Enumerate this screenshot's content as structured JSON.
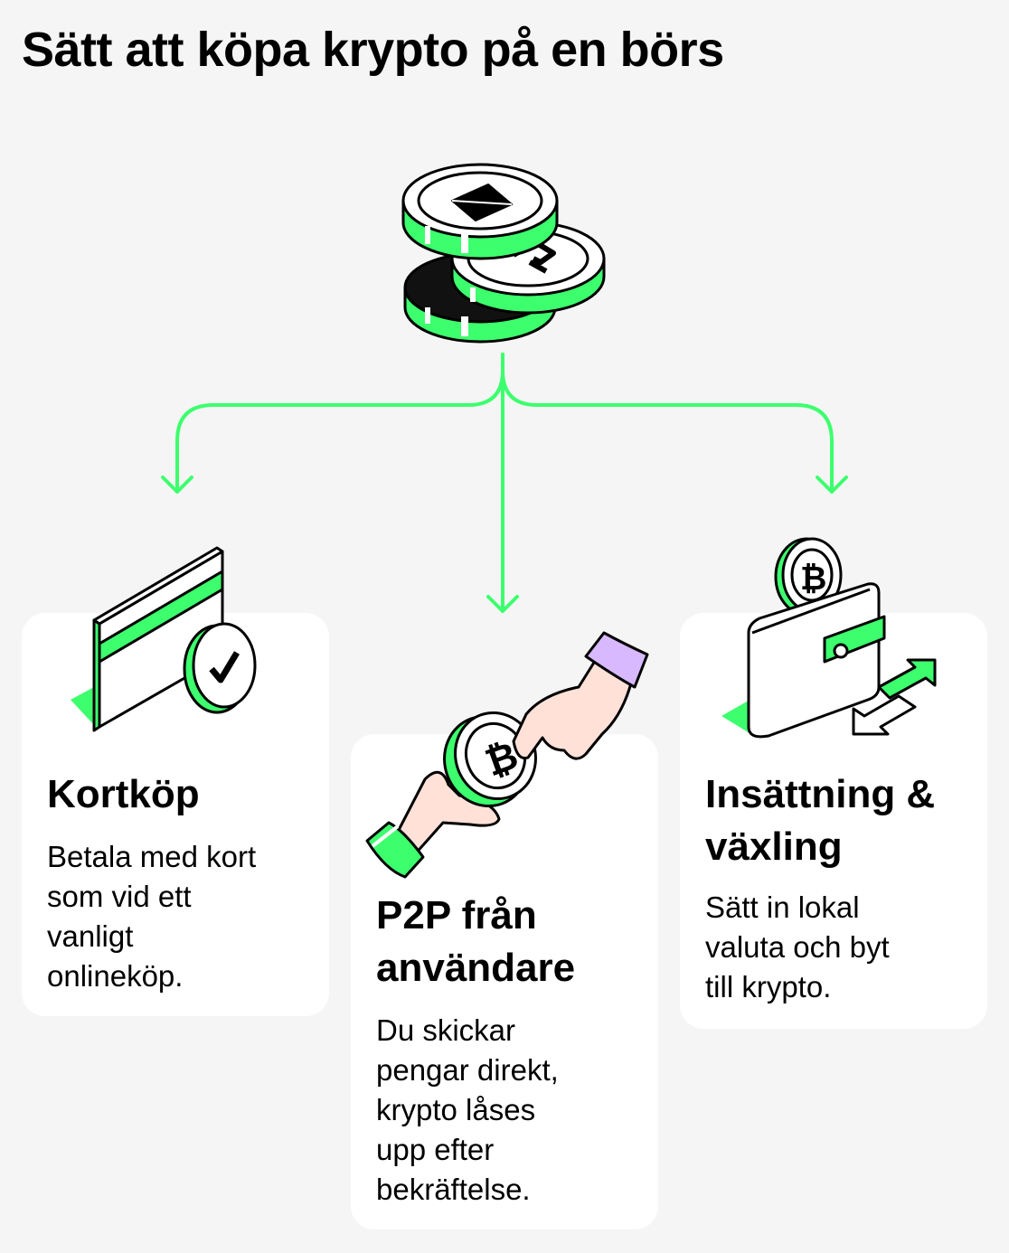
{
  "title": "Sätt att köpa krypto på en börs",
  "colors": {
    "accent": "#3dff6e",
    "ink": "#000000",
    "card": "#ffffff",
    "background": "#f5f5f5",
    "skin": "#ffe1d8",
    "cuff": "#d8b8ff"
  },
  "methods": [
    {
      "title": "Kortköp",
      "desc": "Betala med kort\nsom vid ett\nvanligt\nonlineköp.",
      "icon": "card-check-icon"
    },
    {
      "title": "P2P från\nanvändare",
      "desc": "Du skickar\npengar direkt,\nkrypto låses\nupp efter\nbekräftelse.",
      "icon": "hands-bitcoin-icon"
    },
    {
      "title": "Insättning &\nväxling",
      "desc": "Sätt in lokal\nvaluta och byt\ntill krypto.",
      "icon": "wallet-exchange-icon"
    }
  ],
  "top_icon": "crypto-coins-stack-icon"
}
